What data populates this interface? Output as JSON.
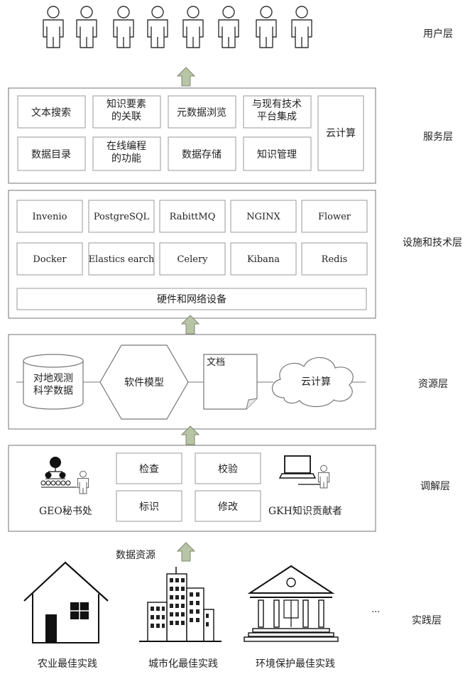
{
  "layers": {
    "user": "用户层",
    "service": "服务层",
    "infra": "设施和技术层",
    "resource": "资源层",
    "mediation": "调解层",
    "practice": "实践层"
  },
  "service": {
    "row1": [
      "文本搜索",
      "知识要素\n的关联",
      "元数据浏览",
      "与现有技术\n平台集成"
    ],
    "row2": [
      "数据目录",
      "在线编程\n的功能",
      "数据存储",
      "知识管理"
    ],
    "cloud": "云计算"
  },
  "infra": {
    "row1": [
      "Invenio",
      "PostgreSQL",
      "RabittMQ",
      "NGINX",
      "Flower"
    ],
    "row2": [
      "Docker",
      "Elastics earch",
      "Celery",
      "Kibana",
      "Redis"
    ],
    "hardware": "硬件和网络设备"
  },
  "resource": {
    "database": "对地观测\n科学数据",
    "model": "软件模型",
    "document": "文档",
    "cloud": "云计算"
  },
  "mediation": {
    "geo": "GEO秘书处",
    "gkh": "GKH知识贡献者",
    "actions": [
      "检查",
      "校验",
      "标识",
      "修改"
    ]
  },
  "data_resource": "数据资源",
  "practice": {
    "items": [
      "农业最佳实践",
      "城市化最佳实践",
      "环境保护最佳实践"
    ],
    "ellipsis": "..."
  },
  "colors": {
    "arrow": "#b8c4a6",
    "arrow_stroke": "#7f8a70",
    "frame": "#8a8a8a",
    "box": "#9a9a9a",
    "person": "#333333"
  }
}
